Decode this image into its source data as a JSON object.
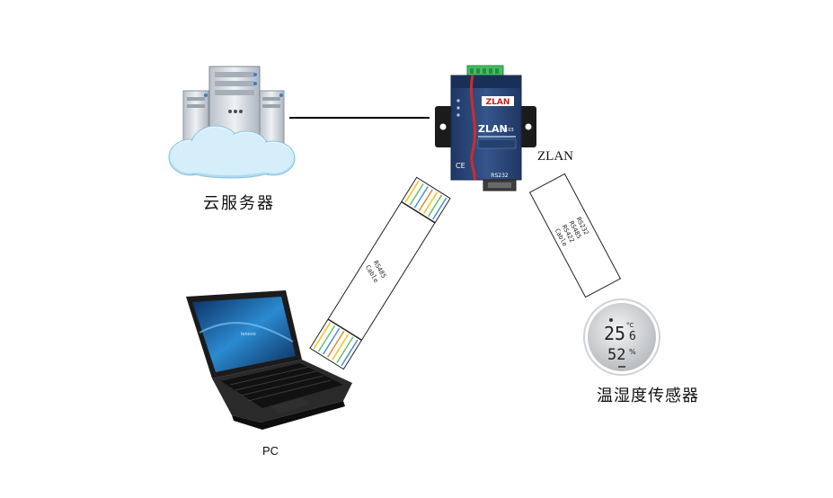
{
  "labels": {
    "cloud_server": "云服务器",
    "device": "ZLAN",
    "sensor": "温湿度传感器",
    "pc": "PC"
  },
  "device": {
    "brand": "ZLAN",
    "model": "5103",
    "port": "RS232"
  },
  "cables": {
    "left_line1": "RS485",
    "left_line2": "Cable",
    "right_line1": "RS232",
    "right_line2": "RS485",
    "right_line3": "RS422",
    "right_line4": "Cable"
  },
  "sensor_display": {
    "temperature": "25",
    "temperature_decimal": "6",
    "temperature_unit": "°C",
    "humidity": "52",
    "humidity_unit": "%"
  },
  "colors": {
    "device_body": "#2e4a7a",
    "device_accent": "#d42a2a",
    "terminal_block": "#3fbf5f",
    "cloud": "#bfe3f5",
    "server": "#d8dde2",
    "laptop": "#1c1c1c",
    "laptop_screen": "#1a6fb3",
    "sensor_face": "#cfd2d4"
  }
}
